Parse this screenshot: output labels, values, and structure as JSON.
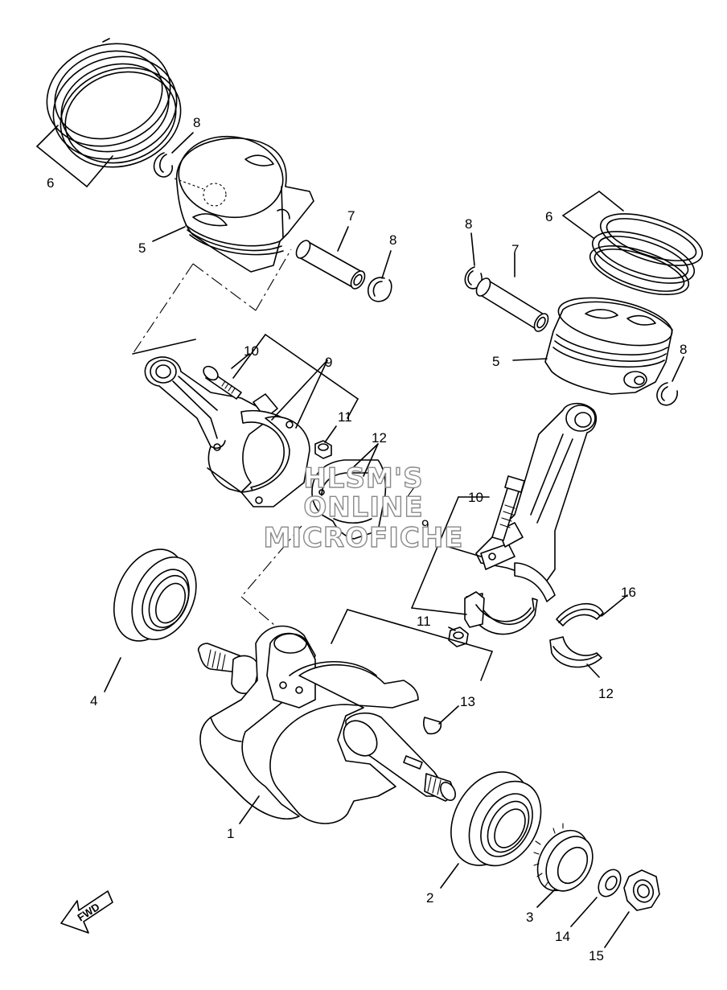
{
  "callouts": [
    "1",
    "2",
    "3",
    "4",
    "5",
    "6",
    "7",
    "8",
    "9",
    "10",
    "11",
    "12",
    "13",
    "14",
    "15",
    "16"
  ],
  "watermark": {
    "line1": "HLSM'S",
    "line2": "ONLINE",
    "line3": "MICROFICHE"
  },
  "direction_label": "FWD"
}
